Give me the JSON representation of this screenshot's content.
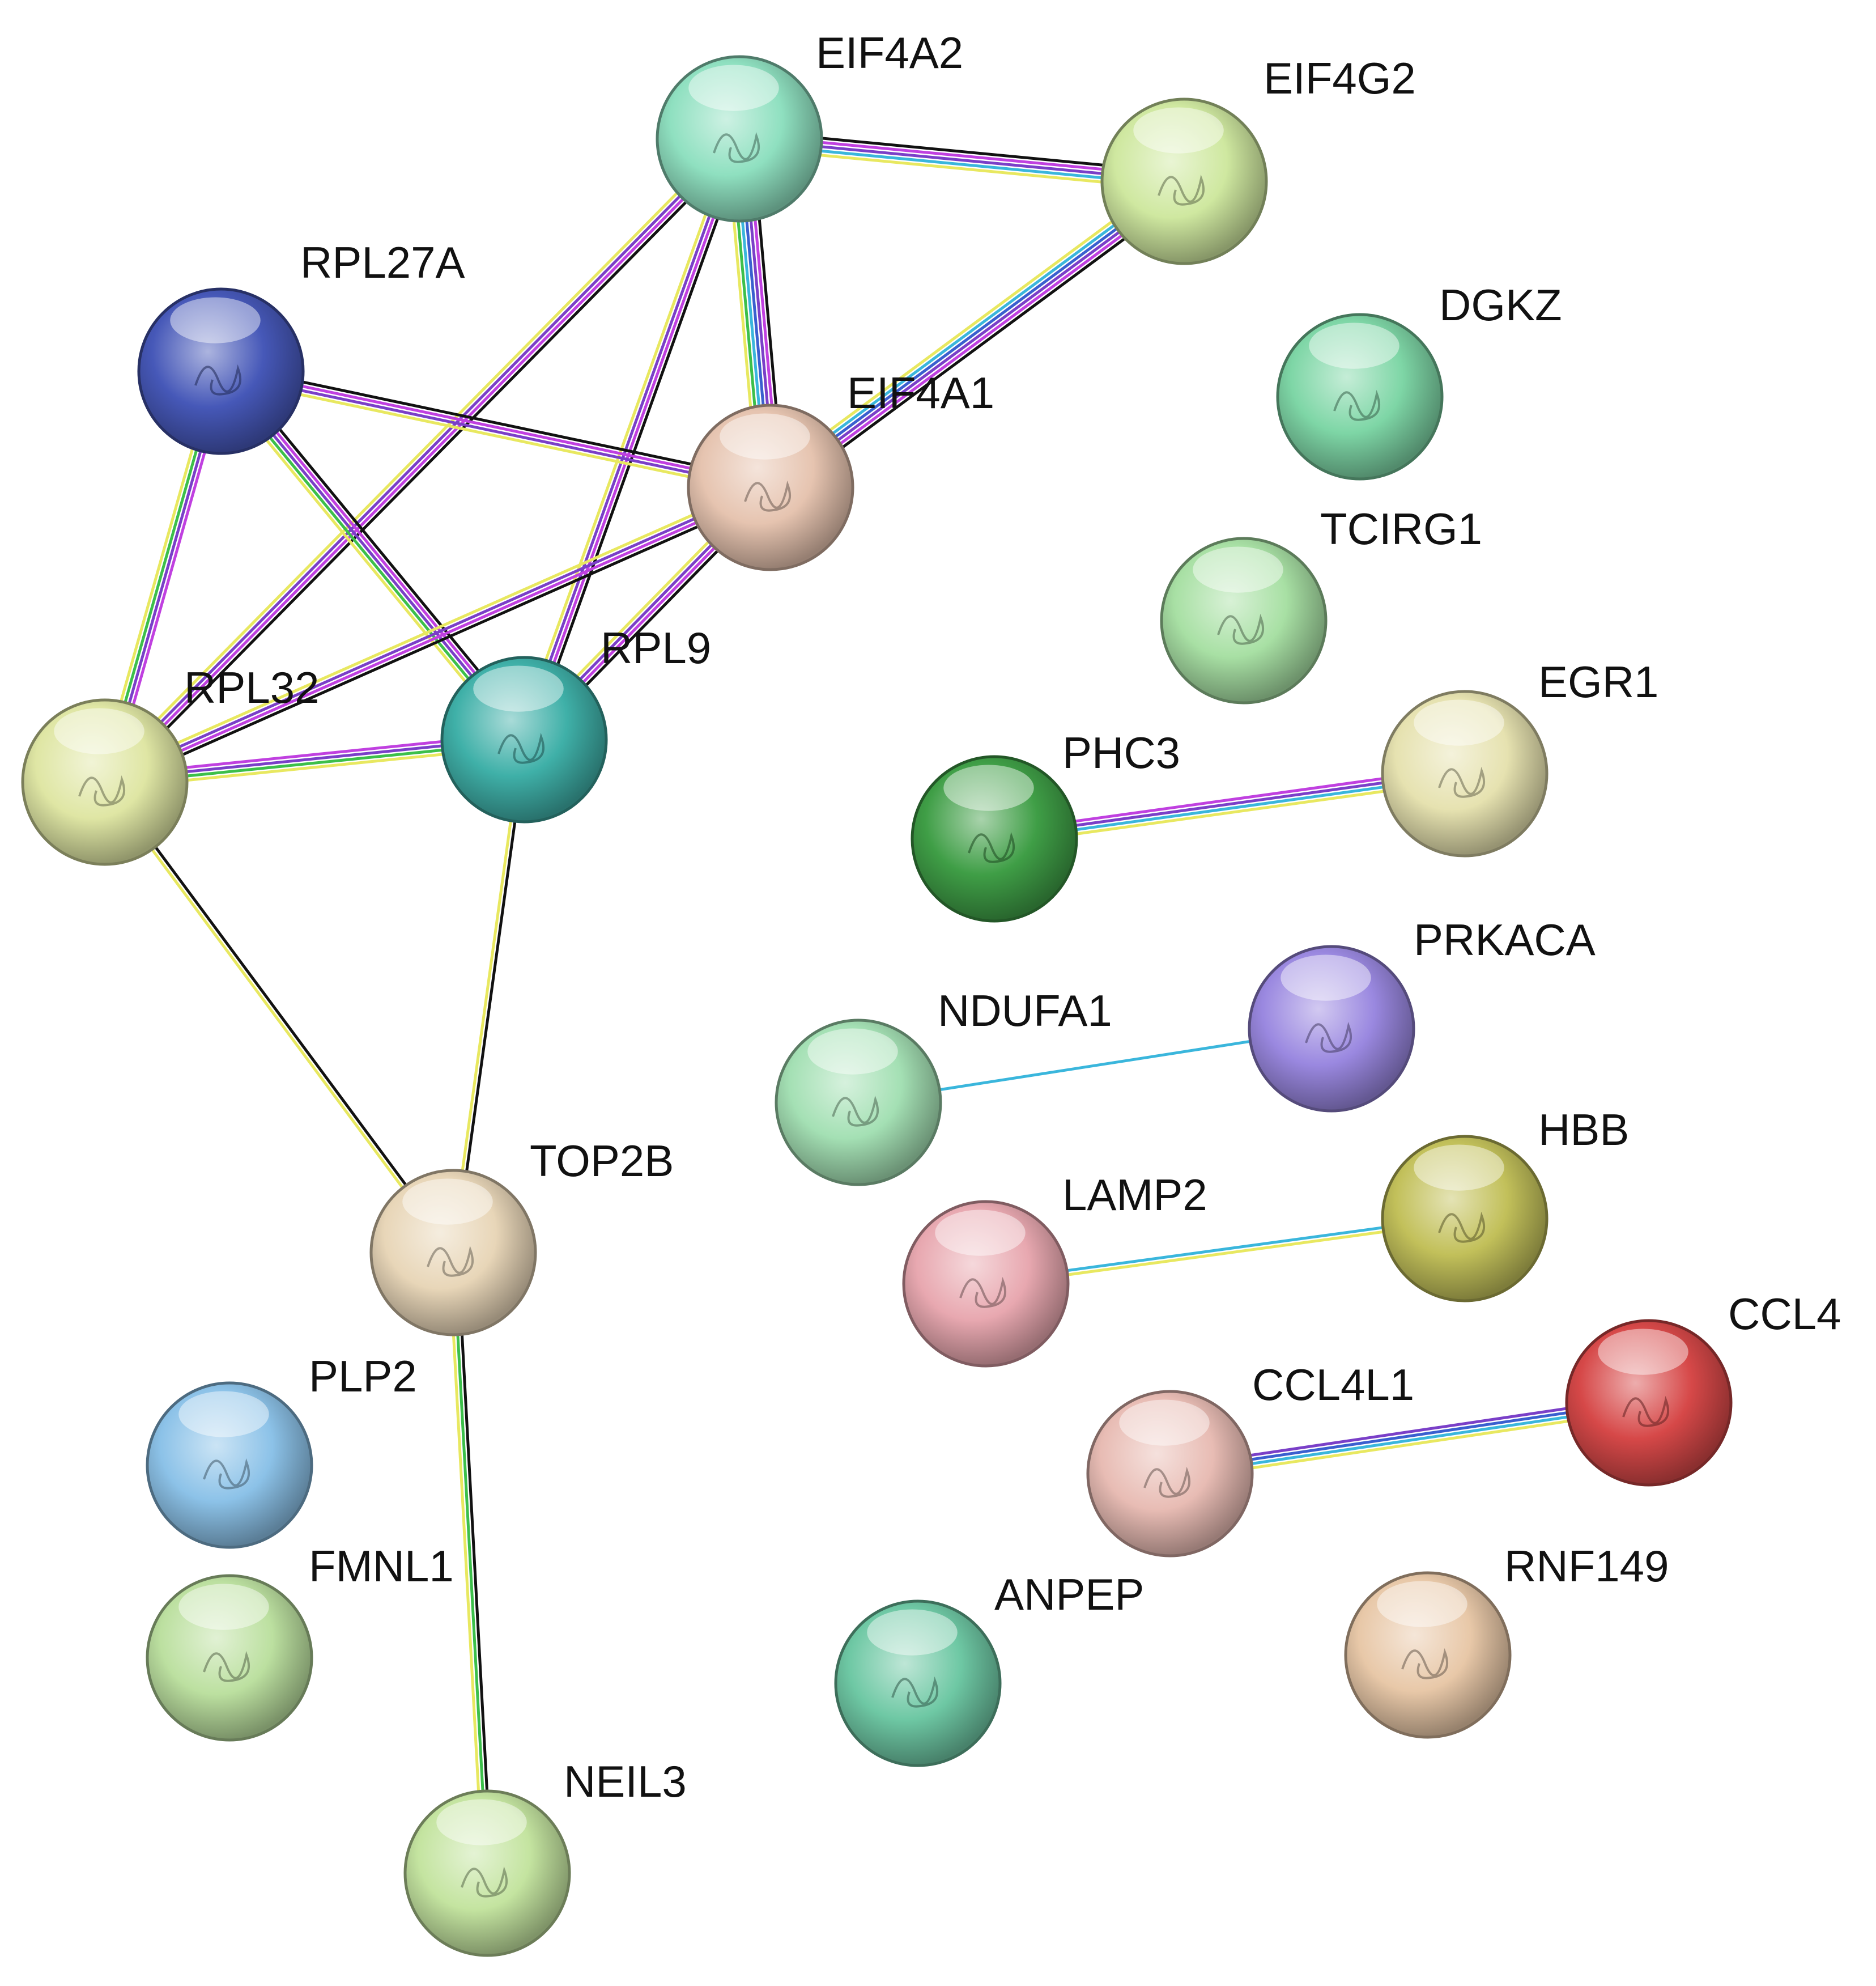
{
  "network": {
    "edge_colors": {
      "black": "#111111",
      "magenta": "#c040e0",
      "purple": "#7a3fc8",
      "yellow": "#e8e860",
      "green": "#3cbf4a",
      "cyan": "#3ab6dc",
      "blue": "#3a5fcf"
    },
    "nodes": [
      {
        "id": "EIF4A2",
        "label": "EIF4A2",
        "color": "#8fe0c0"
      },
      {
        "id": "EIF4G2",
        "label": "EIF4G2",
        "color": "#cfe8a0"
      },
      {
        "id": "RPL27A",
        "label": "RPL27A",
        "color": "#4658b8"
      },
      {
        "id": "EIF4A1",
        "label": "EIF4A1",
        "color": "#e6c4b0"
      },
      {
        "id": "DGKZ",
        "label": "DGKZ",
        "color": "#7ed6a6"
      },
      {
        "id": "TCIRG1",
        "label": "TCIRG1",
        "color": "#a8e0a4"
      },
      {
        "id": "RPL32",
        "label": "RPL32",
        "color": "#dfe6a4"
      },
      {
        "id": "RPL9",
        "label": "RPL9",
        "color": "#3fb0a8"
      },
      {
        "id": "EGR1",
        "label": "EGR1",
        "color": "#e6e2b0"
      },
      {
        "id": "PHC3",
        "label": "PHC3",
        "color": "#3f9e46"
      },
      {
        "id": "PRKACA",
        "label": "PRKACA",
        "color": "#9a88e0"
      },
      {
        "id": "NDUFA1",
        "label": "NDUFA1",
        "color": "#a4e0b4"
      },
      {
        "id": "TOP2B",
        "label": "TOP2B",
        "color": "#e8d6b8"
      },
      {
        "id": "HBB",
        "label": "HBB",
        "color": "#c2c05a"
      },
      {
        "id": "LAMP2",
        "label": "LAMP2",
        "color": "#e8a8b0"
      },
      {
        "id": "CCL4",
        "label": "CCL4",
        "color": "#d64848"
      },
      {
        "id": "CCL4L1",
        "label": "CCL4L1",
        "color": "#e8bcb4"
      },
      {
        "id": "PLP2",
        "label": "PLP2",
        "color": "#8cc2e8"
      },
      {
        "id": "FMNL1",
        "label": "FMNL1",
        "color": "#bce0a0"
      },
      {
        "id": "RNF149",
        "label": "RNF149",
        "color": "#e8c8a8"
      },
      {
        "id": "ANPEP",
        "label": "ANPEP",
        "color": "#6ec8a4"
      },
      {
        "id": "NEIL3",
        "label": "NEIL3",
        "color": "#c4e4a0"
      }
    ],
    "edges": [
      {
        "source": "EIF4A2",
        "target": "EIF4G2",
        "colors": [
          "black",
          "magenta",
          "purple",
          "cyan",
          "yellow"
        ]
      },
      {
        "source": "EIF4A2",
        "target": "EIF4A1",
        "colors": [
          "black",
          "magenta",
          "purple",
          "blue",
          "cyan",
          "green",
          "yellow"
        ]
      },
      {
        "source": "EIF4A2",
        "target": "RPL32",
        "colors": [
          "black",
          "magenta",
          "purple",
          "yellow"
        ]
      },
      {
        "source": "EIF4A2",
        "target": "RPL9",
        "colors": [
          "black",
          "magenta",
          "purple",
          "yellow"
        ]
      },
      {
        "source": "EIF4G2",
        "target": "EIF4A1",
        "colors": [
          "black",
          "magenta",
          "purple",
          "blue",
          "cyan",
          "yellow"
        ]
      },
      {
        "source": "RPL27A",
        "target": "EIF4A1",
        "colors": [
          "black",
          "magenta",
          "purple",
          "yellow"
        ]
      },
      {
        "source": "RPL27A",
        "target": "RPL32",
        "colors": [
          "magenta",
          "purple",
          "green",
          "yellow"
        ]
      },
      {
        "source": "RPL27A",
        "target": "RPL9",
        "colors": [
          "black",
          "magenta",
          "purple",
          "green",
          "yellow"
        ]
      },
      {
        "source": "EIF4A1",
        "target": "RPL32",
        "colors": [
          "black",
          "magenta",
          "purple",
          "yellow"
        ]
      },
      {
        "source": "EIF4A1",
        "target": "RPL9",
        "colors": [
          "black",
          "magenta",
          "purple",
          "yellow"
        ]
      },
      {
        "source": "RPL32",
        "target": "RPL9",
        "colors": [
          "magenta",
          "purple",
          "green",
          "yellow"
        ]
      },
      {
        "source": "RPL32",
        "target": "TOP2B",
        "colors": [
          "black",
          "yellow"
        ]
      },
      {
        "source": "RPL9",
        "target": "TOP2B",
        "colors": [
          "black",
          "yellow"
        ]
      },
      {
        "source": "TOP2B",
        "target": "NEIL3",
        "colors": [
          "black",
          "green",
          "yellow"
        ]
      },
      {
        "source": "PHC3",
        "target": "EGR1",
        "colors": [
          "magenta",
          "purple",
          "cyan",
          "yellow"
        ]
      },
      {
        "source": "NDUFA1",
        "target": "PRKACA",
        "colors": [
          "cyan"
        ]
      },
      {
        "source": "LAMP2",
        "target": "HBB",
        "colors": [
          "cyan",
          "yellow"
        ]
      },
      {
        "source": "CCL4L1",
        "target": "CCL4",
        "colors": [
          "purple",
          "blue",
          "cyan",
          "yellow"
        ]
      }
    ]
  }
}
